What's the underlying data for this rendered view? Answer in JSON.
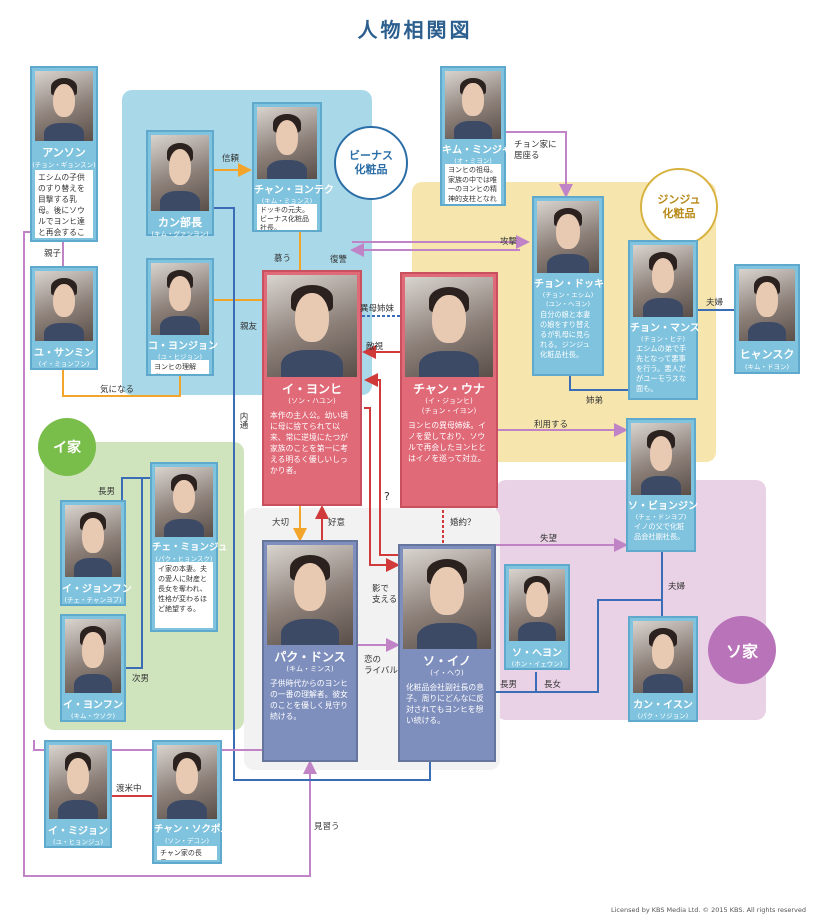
{
  "title": "人物相関図",
  "credit": "Licensed by KBS Media Ltd. © 2015 KBS. All rights reserved",
  "groups": {
    "venus": "ビーナス\n化粧品",
    "jinju": "ジンジュ\n化粧品",
    "yi": "イ家",
    "so": "ソ家"
  },
  "chars": {
    "anson": {
      "name": "アンソン",
      "actor": "(チョン・ギョンスン)",
      "desc": "エシムの子供のすり替えを目撃する乳母。後にソウルでヨンヒ達と再会することに。"
    },
    "kimminja": {
      "name": "キム・ミンジャ",
      "actor": "(オ・ミヨン)",
      "desc": "ヨンヒの祖母。家族の中では唯一のヨンヒの精神的支柱となれる存在。"
    },
    "kang": {
      "name": "カン部長",
      "actor": "(キム・グァンヨン)",
      "desc": ""
    },
    "yongtek": {
      "name": "チャン・ヨンテク",
      "actor": "(キム・ミョンス)",
      "desc": "ドッキの元夫。ビーナス化粧品社長。"
    },
    "dokki": {
      "name": "チョン・ドッキ",
      "actor": "(チョン・エシム)",
      "actor2": "(ユン・ヘヨン)",
      "desc": "自分の娘と本妻の娘をすり替えるが乳母に見られる。ジンジュ化粧品社長。"
    },
    "mansu": {
      "name": "チョン・マンス",
      "actor": "(チョン・ヒテ)",
      "desc": "エシムの弟で手先となって悪事を行う。悪人だがユーモラスな面も。"
    },
    "hyansuk": {
      "name": "ヒャンスク",
      "actor": "(キム・ドヨン)",
      "desc": ""
    },
    "samin": {
      "name": "ユ・サンミン",
      "actor": "(イ・ミョンフン)",
      "desc": ""
    },
    "koyonjon": {
      "name": "コ・ヨンジョン",
      "actor": "(ユ・ヒジョン)",
      "desc": "ヨンヒの理解者。"
    },
    "yonhi": {
      "name": "イ・ヨンヒ",
      "actor": "(ソン・ハユン)",
      "desc": "本作の主人公。幼い頃に母に捨てられて以来、常に逆境にたつが家族のことを第一に考える明るく優しいしっかり者。"
    },
    "una": {
      "name": "チャン・ウナ",
      "actor": "(イ・ジョンヒ)",
      "actor2": "(チョン・イヨン)",
      "desc": "ヨンヒの異母姉妹。イノを愛しており、ソウルで再会したヨンヒとはイノを巡って対立。"
    },
    "byongjin": {
      "name": "ソ・ビョンジン",
      "actor": "(チェ・ドンヨプ)",
      "desc": "イノの父で化粧品会社副社長。"
    },
    "mijon": {
      "name": "チェ・ミョンジュ",
      "actor": "(パク・ヒョンスク)",
      "desc": "イ家の本妻。夫の愛人に財産と長女を奪われ、性格が変わるほど絶望する。"
    },
    "jonhun": {
      "name": "イ・ジョンフン",
      "actor": "(チェ・チャンヨプ)",
      "desc": ""
    },
    "yonfun": {
      "name": "イ・ヨンフン",
      "actor": "(キム・ウソク)",
      "desc": ""
    },
    "donsu": {
      "name": "パク・ドンス",
      "actor": "(キム・ミンス)",
      "desc": "子供時代からのヨンヒの一番の理解者。彼女のことを優しく見守り続ける。"
    },
    "ino": {
      "name": "ソ・イノ",
      "actor": "(イ・ヘウ)",
      "desc": "化粧品会社副社長の息子。周りにどんなに反対されてもヨンヒを想い続ける。"
    },
    "heyon": {
      "name": "ソ・ヘヨン",
      "actor": "(ホン・イェウン)",
      "desc": ""
    },
    "isun": {
      "name": "カン・イスン",
      "actor": "(パク・ソジョン)",
      "desc": ""
    },
    "mijon2": {
      "name": "イ・ミジョン",
      "actor": "(ユ・ヒョンジュ)",
      "desc": ""
    },
    "sokpom": {
      "name": "チャン・ソクポム",
      "actor": "(ソン・デコン)",
      "desc": "チャン家の長男。"
    }
  },
  "relations": {
    "shinrai": "信頼",
    "oyako": "親子",
    "shinyu": "親友",
    "kinaru": "気になる",
    "shitau": "慕う",
    "fukushu": "復讐",
    "kogeki": "攻撃",
    "chongake": "チョン家に\n居座る",
    "fufu1": "夫婦",
    "ibo": "異母姉妹",
    "tekishi": "敵視",
    "shitei": "姉弟",
    "riyo": "利用する",
    "naitsu": "内通",
    "hatena": "?",
    "choonan": "長男",
    "taisetsu": "大切",
    "koui": "好意",
    "konyaku": "婚約？",
    "shitsubo": "失望",
    "fufu2": "夫婦",
    "kage": "影で\n支える",
    "jinan": "次男",
    "koi": "恋の\nライバル",
    "choonan2": "長男",
    "choujo": "長女",
    "tobei": "渡米中",
    "minarau": "見習う"
  }
}
